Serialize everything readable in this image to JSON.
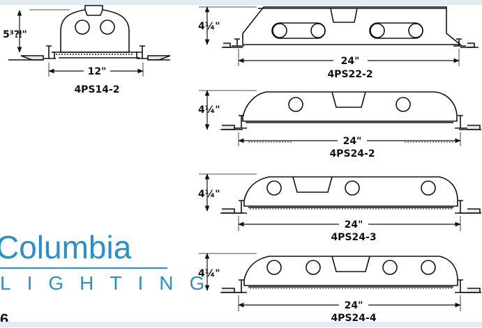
{
  "fixtures": [
    {
      "id": "4ps14-2",
      "model": "4PS14-2",
      "height_label": "5³⁈\"",
      "width_label": "12\""
    },
    {
      "id": "4ps22-2",
      "model": "4PS22-2",
      "height_label": "4¼\"",
      "width_label": "24\""
    },
    {
      "id": "4ps24-2",
      "model": "4PS24-2",
      "height_label": "4¼\"",
      "width_label": "24\""
    },
    {
      "id": "4ps24-3",
      "model": "4PS24-3",
      "height_label": "4¼\"",
      "width_label": "24\""
    },
    {
      "id": "4ps24-4",
      "model": "4PS24-4",
      "height_label": "4¼\"",
      "width_label": "24\""
    }
  ],
  "brand": {
    "name": "Columbia",
    "subline": "LIGHTING",
    "color": "#2b8fc7"
  },
  "page_number": "6"
}
